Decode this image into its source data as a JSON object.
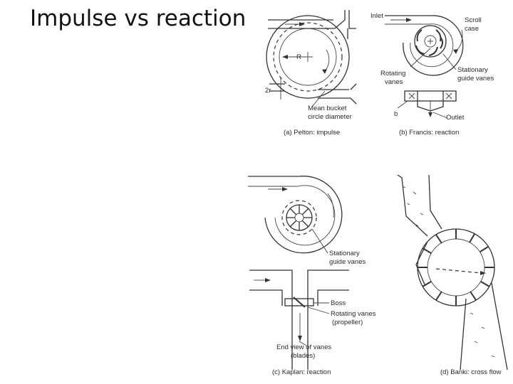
{
  "slide": {
    "title": "Impulse vs reaction"
  },
  "panels": {
    "pelton": {
      "caption": "(a) Pelton: impulse",
      "labels": {
        "radius": "R",
        "jet": "2r",
        "mean_bucket": "Mean bucket",
        "circle_diameter": "circle diameter"
      }
    },
    "francis": {
      "caption": "(b) Francis: reaction",
      "labels": {
        "inlet": "Inlet",
        "scroll": "Scroll",
        "case": "case",
        "rotating": "Rotating",
        "vanes": "vanes",
        "stationary": "Stationary",
        "guide_vanes": "guide vanes",
        "b": "b",
        "outlet": "Outlet"
      }
    },
    "kaplan": {
      "caption": "(c) Kaplan: reaction",
      "labels": {
        "stationary": "Stationary",
        "guide_vanes": "guide vanes",
        "boss": "Boss",
        "rotating_vanes": "Rotating vanes",
        "propeller": "(propeller)",
        "end_view": "End view of vanes",
        "blades": "(blades)"
      }
    },
    "banki": {
      "caption": "(d) Banki: cross flow"
    }
  }
}
